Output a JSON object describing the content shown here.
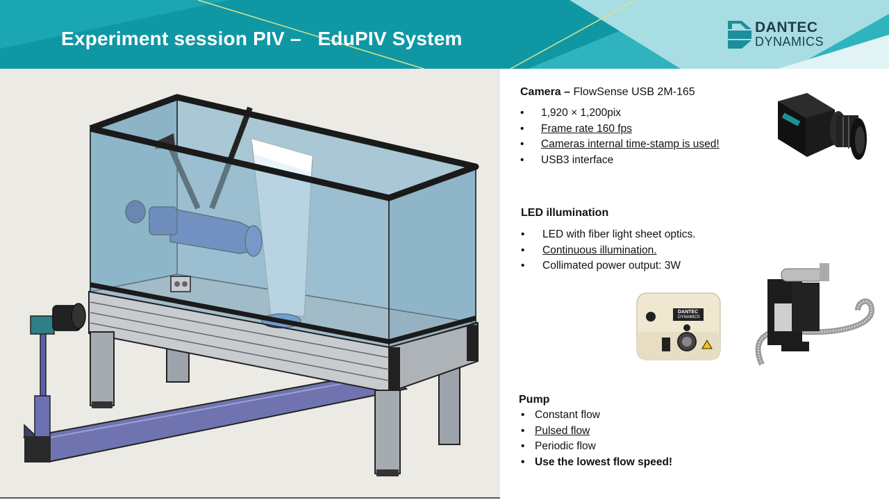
{
  "header": {
    "title": "Experiment session PIV –   EduPIV System",
    "logo_line1": "DANTEC",
    "logo_line2": "DYNAMICS",
    "colors": {
      "teal": "#0f98a4",
      "light_teal": "#a8dde3",
      "line_yellow": "#d9e48a"
    }
  },
  "camera": {
    "title_bold": "Camera –",
    "title_rest": " FlowSense USB 2M-165",
    "bullets": [
      {
        "text": "1,920 × 1,200pix",
        "underline": false
      },
      {
        "text": "Frame rate 160 fps",
        "underline": true
      },
      {
        "text": "Cameras internal time-stamp is used!",
        "underline": true
      },
      {
        "text": "USB3 interface",
        "underline": false
      }
    ]
  },
  "led": {
    "title": "LED illumination",
    "bullets": [
      {
        "text": "LED with fiber light sheet optics.",
        "underline": false
      },
      {
        "text": "Continuous illumination.",
        "underline": true
      },
      {
        "text": "Collimated power output: 3W",
        "underline": false
      }
    ],
    "box_logo_line1": "DANTEC",
    "box_logo_line2": "DYNAMICS"
  },
  "pump": {
    "title": "Pump",
    "bullets": [
      {
        "text": "Constant flow",
        "underline": false,
        "bold": false
      },
      {
        "text": "Pulsed flow",
        "underline": true,
        "bold": false
      },
      {
        "text": "Periodic flow",
        "underline": false,
        "bold": false
      },
      {
        "text": "Use the lowest flow speed!",
        "underline": false,
        "bold": true
      }
    ]
  },
  "bullet_char": "•",
  "icons": [
    "dantec-logo-icon",
    "camera-photo-icon",
    "led-light-source-photo-icon",
    "light-sheet-optics-photo-icon",
    "piv-setup-illustration"
  ]
}
